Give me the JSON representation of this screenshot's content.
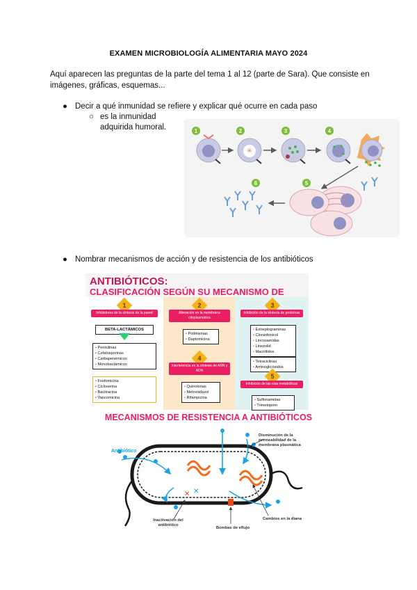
{
  "doc": {
    "title": "EXAMEN MICROBIOLOGÍA ALIMENTARIA MAYO 2024",
    "intro": "Aquí aparecen las preguntas de la parte del tema 1 al 12 (parte de Sara). Que consiste en imágenes, gráficas, esquemas...",
    "q1": "Decir a qué inmunidad se refiere y explicar qué ocurre en cada paso",
    "q1_sub_line1": "es la inmunidad",
    "q1_sub_line2": "adquirida humoral.",
    "q2": "Nombrar mecanismos de acción y de resistencia de los antibióticos"
  },
  "figure_immunity": {
    "steps": [
      "1",
      "2",
      "3",
      "4",
      "5",
      "6"
    ],
    "colors": {
      "cell": "#c9cbe6",
      "nucleus": "#8f93c4",
      "step_badge": "#7cbd3a",
      "antigen": "#e77a6a",
      "antibody": "#6c9ed6",
      "macrophage": "#f5a95a"
    }
  },
  "figure_antibiotics": {
    "title_line1": "ANTIBIÓTICOS:",
    "title_line2": "CLASIFICACIÓN SEGÚN SU MECANISMO DE ACCIÓN",
    "col1": {
      "num": "1",
      "header": "Inhibidores de la síntesis de la pared",
      "beta": "BETA-LACTÁMICOS",
      "items_a": [
        "Penicilinas",
        "Cefalosporinas",
        "Carbapenémicos",
        "Monobactámicos"
      ],
      "items_b": [
        "Fosfomicina",
        "Cicloserina",
        "Bacitracina",
        "Vancomicina"
      ]
    },
    "col2": {
      "num": "2",
      "header": "Alteración en la membrana citoplasmática",
      "items": [
        "Polimixinas",
        "Daptomicina"
      ],
      "num2": "4",
      "header2": "Interferencia en la síntesis de ARN y ADN",
      "items2": [
        "Quinolonas",
        "Metronidazol",
        "Rifampicina"
      ]
    },
    "col3": {
      "num": "3",
      "header": "Inhibición de la síntesis de proteínas",
      "items": [
        "Estreptograminas",
        "Cloranfenicol",
        "Lincosamidas",
        "Linezolid",
        "Macrólidos"
      ],
      "items_b": [
        "Tetraciclinas",
        "Aminoglicósidos"
      ],
      "num2": "5",
      "header2": "Inhibición de las vías metabólicas",
      "items2": [
        "Sulfonamidas",
        "Trimetoprim"
      ]
    },
    "colors": {
      "title": "#c2185b",
      "accent": "#e91e63",
      "badge": "#f5b31a",
      "col1": "#ffffff",
      "col2": "#fde7c9",
      "col3": "#e0f2f1",
      "arrow": "#2ecc71"
    }
  },
  "figure_resistance": {
    "title": "MECANISMOS DE RESISTENCIA A ANTIBIÓTICOS",
    "label_antibiotic": "Antibiótico",
    "label_permeability": "Disminución de la permeabilidad de la membrana plasmática",
    "label_target": "Cambios en la diana",
    "label_inactivation": "Inactivación del antibiótico",
    "label_efflux": "Bombas de eflujo",
    "colors": {
      "membrane": "#1a1a1a",
      "antibiotic": "#1aa3e6",
      "dna": "#f26c1f",
      "marker": "#e84a1a"
    }
  }
}
